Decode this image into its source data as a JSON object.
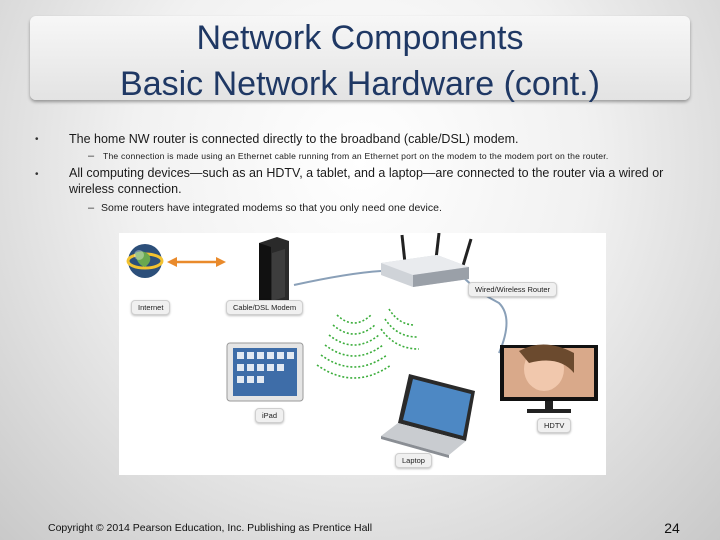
{
  "title": {
    "line1": "Network Components",
    "line2": "Basic Network Hardware (cont.)"
  },
  "bullets": [
    {
      "text": "The home NW router is connected directly to the broadband (cable/DSL) modem.",
      "sub": "The connection is made using an Ethernet cable running from an Ethernet port on the modem to the modem port on the router."
    },
    {
      "text_line1": "All computing devices—such as an HDTV, a tablet, and a laptop—are connected to the router via a wired or",
      "text_line2": "wireless connection.",
      "sub": "Some routers have integrated modems so that you only need one device."
    }
  ],
  "markers": {
    "bullet": "•",
    "dash": "–"
  },
  "diagram": {
    "labels": {
      "internet": "Internet",
      "modem": "Cable/DSL Modem",
      "router": "Wired/Wireless Router",
      "ipad": "iPad",
      "hdtv": "HDTV",
      "laptop": "Laptop"
    },
    "icons": [
      "globe-icon",
      "cable-modem-icon",
      "router-icon",
      "ipad-icon",
      "hdtv-icon",
      "laptop-icon",
      "wifi-waves-icon"
    ],
    "colors": {
      "arrow": "#e98a2b",
      "cable": "#8aa0b8",
      "wifi": "#3cae3c"
    }
  },
  "footer": {
    "copyright": "Copyright © 2014 Pearson Education, Inc. Publishing as Prentice Hall",
    "page_number": "24"
  }
}
